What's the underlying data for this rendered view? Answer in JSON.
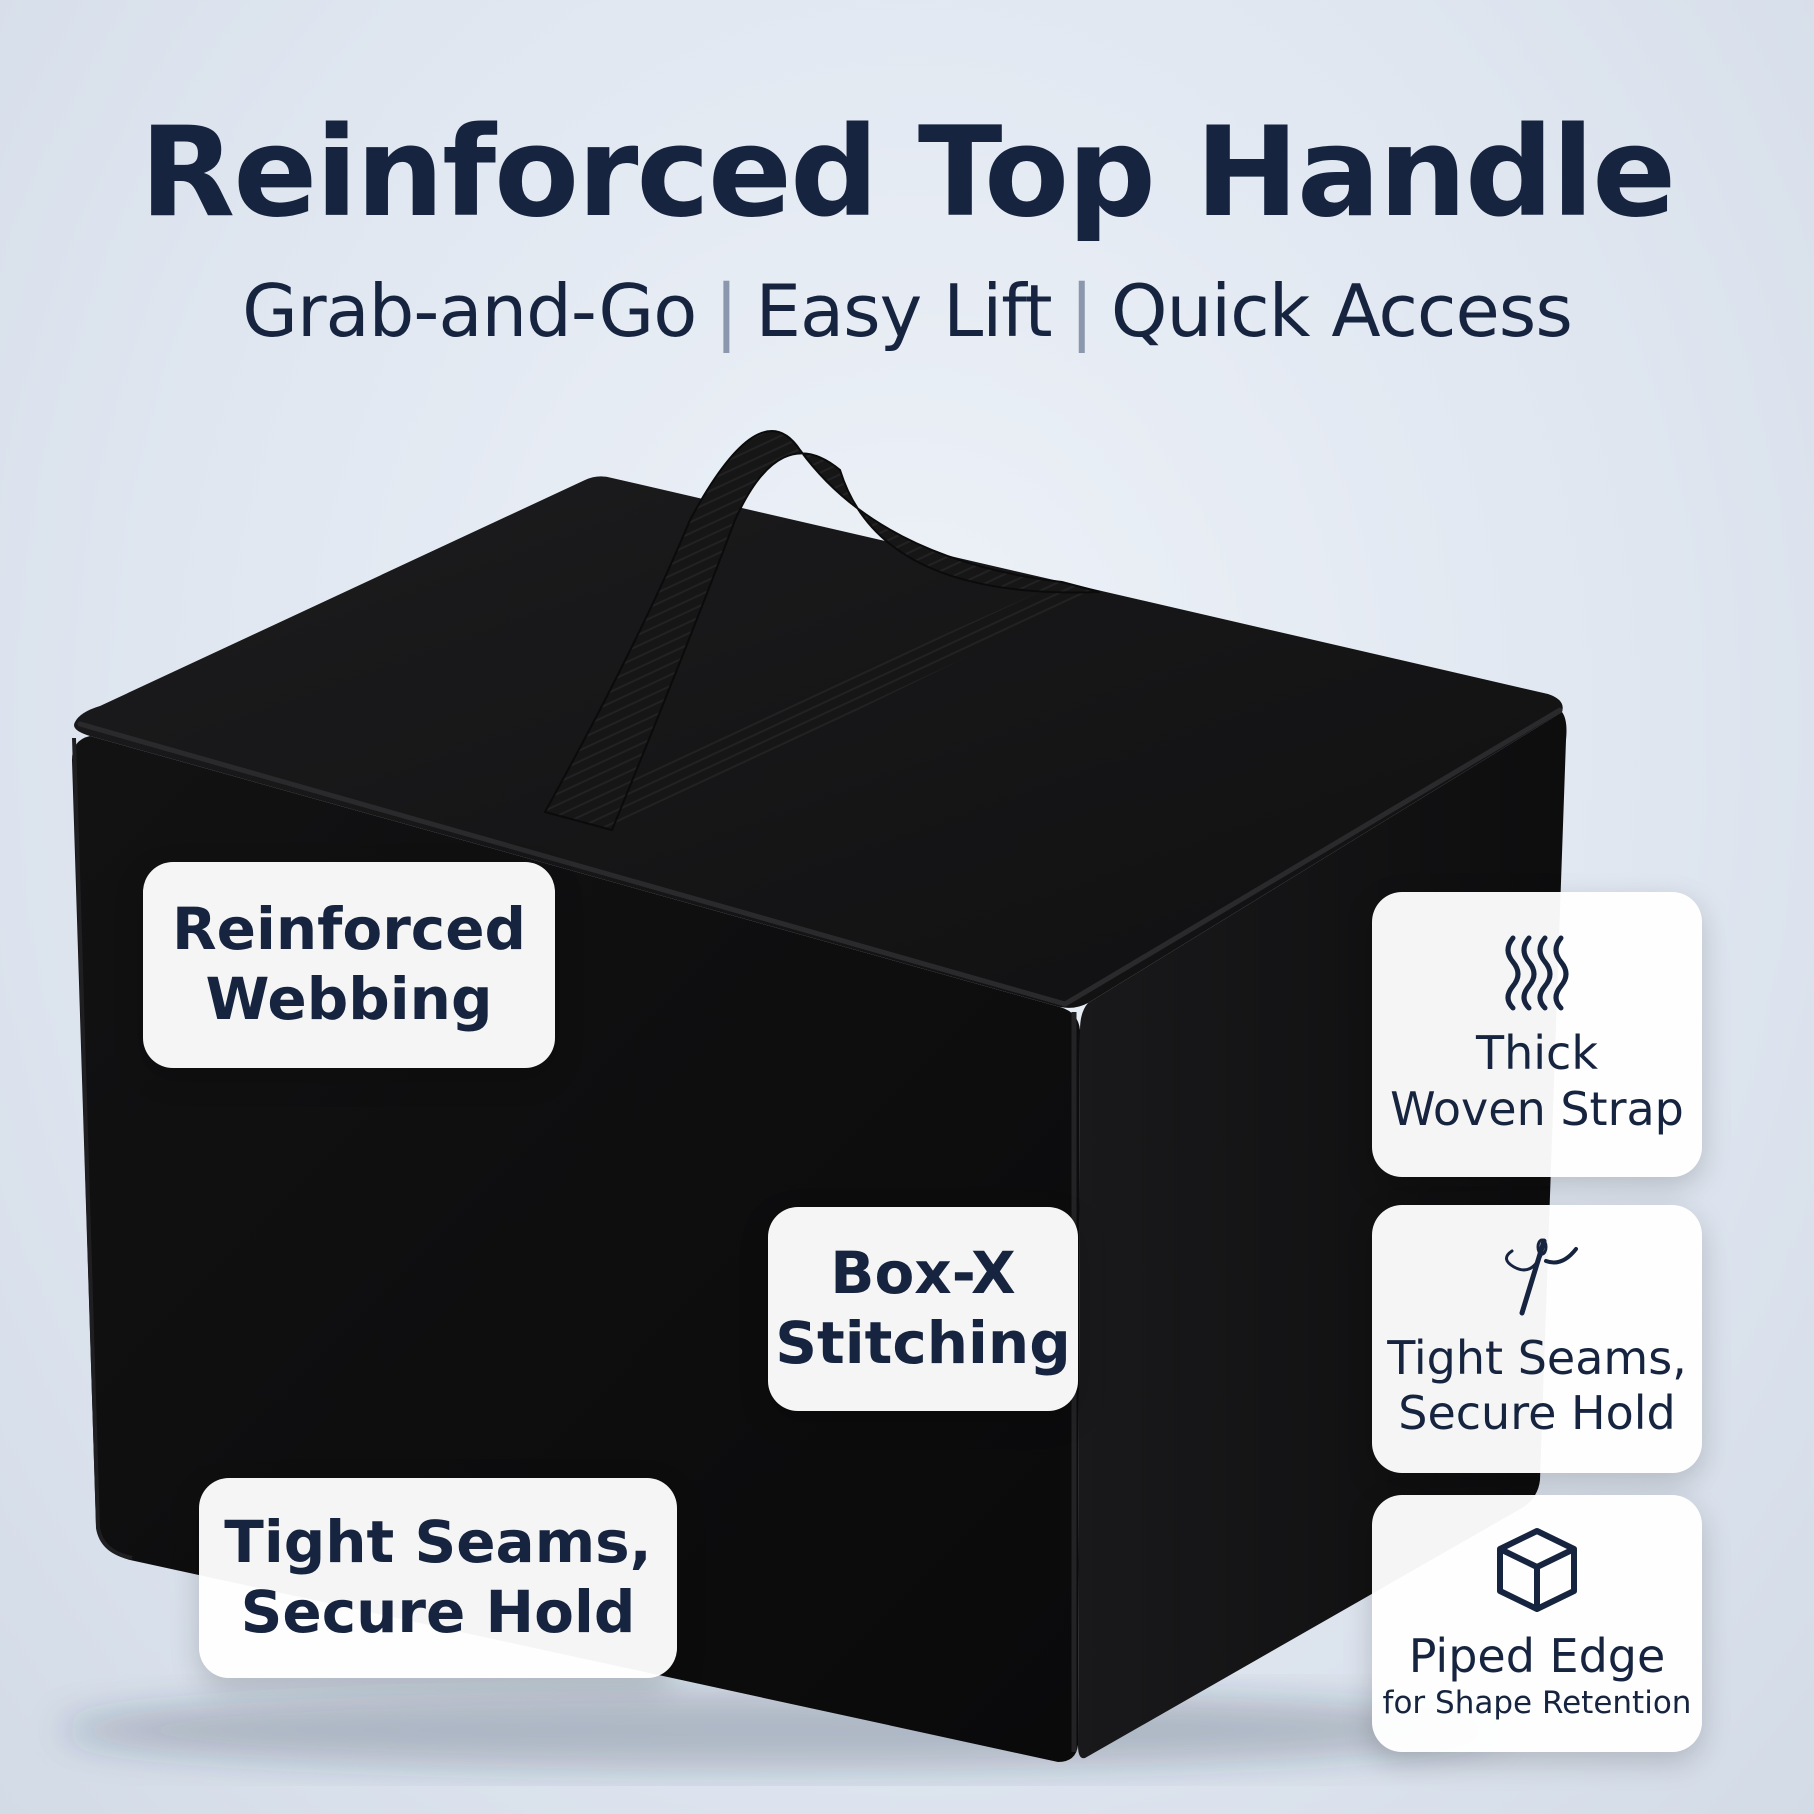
{
  "title": "Reinforced Top Handle",
  "subtitle": {
    "items": [
      "Grab-and-Go",
      "Easy Lift",
      "Quick Access"
    ],
    "separator": "|"
  },
  "callouts": [
    {
      "line1": "Reinforced",
      "line2": "Webbing"
    },
    {
      "line1": "Box-X",
      "line2": "Stitching"
    },
    {
      "line1": "Tight Seams,",
      "line2": "Secure Hold"
    }
  ],
  "features": [
    {
      "icon": "heat-waves-icon",
      "line1": "Thick",
      "line2": "Woven Strap"
    },
    {
      "icon": "needle-thread-icon",
      "line1": "Tight Seams,",
      "line2": "Secure Hold"
    },
    {
      "icon": "cube-icon",
      "line1": "Piped Edge",
      "line2": "for Shape Retention"
    }
  ],
  "colors": {
    "text": "#16243f",
    "product": "#0f0f10",
    "card": "#ffffff",
    "background": "#dfe6f0"
  }
}
